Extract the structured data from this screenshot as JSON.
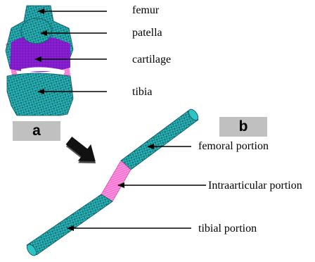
{
  "panels": {
    "a": "a",
    "b": "b"
  },
  "labels_a": {
    "femur": "femur",
    "patella": "patella",
    "cartilage": "cartilage",
    "tibia": "tibia"
  },
  "labels_b": {
    "femoral": "femoral portion",
    "intra": "Intraarticular portion",
    "tibial": "tibial portion"
  },
  "colors": {
    "bone_mesh": "#2ec4c4",
    "cartilage": "#8a1fd6",
    "ligament": "#ff6ad5",
    "mesh_lines": "#0a4a55",
    "panel_bg": "#c0c0c0"
  }
}
